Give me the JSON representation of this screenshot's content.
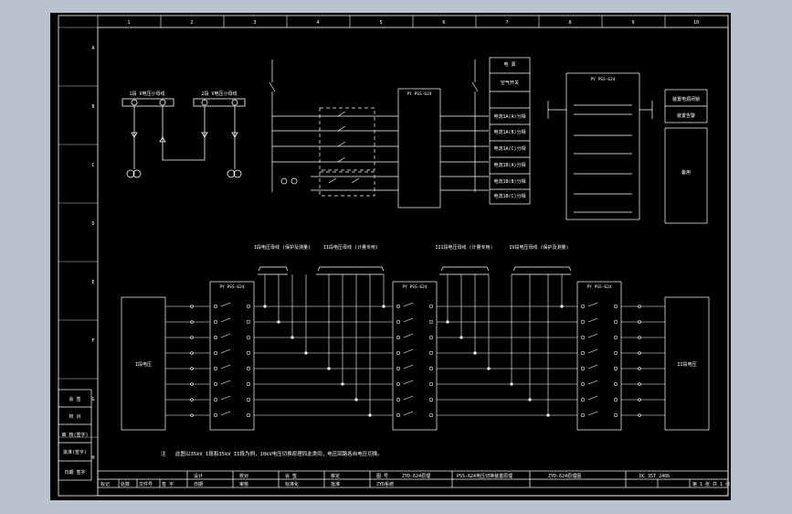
{
  "colors": {
    "background": "#b9c3cf",
    "sheet": "#000000",
    "line": "#ffffff"
  },
  "ruler_cols": [
    "1",
    "2",
    "3",
    "4",
    "5",
    "6",
    "7",
    "8",
    "9",
    "10"
  ],
  "ruler_rows": [
    "A",
    "B",
    "C",
    "D",
    "E",
    "F",
    "G",
    "H"
  ],
  "top": {
    "pt_labels": [
      "1段 V电压小母线",
      "2段 V电压小母线"
    ],
    "right_list": [
      "电 源",
      "空气开关",
      "电流1A(A)分相",
      "电流1A(B)分相",
      "电流1A(C)分相",
      "电流1B(A)分相",
      "电流1B(B)分相",
      "电流1B(C)分相"
    ],
    "device_top_center": "PY\nPSS-624",
    "device_top_right": "PY\nPSS-624",
    "right_boxes": [
      "装置电源闭锁",
      "装置告警",
      "备用"
    ]
  },
  "bottom": {
    "group_labels": [
      "I段电压母线\n(保护及测量)",
      "II段电压母线\n(计量专用)",
      "III段电压母线\n(计量专用)",
      "IV段电压母线\n(保护及测量)"
    ],
    "left_box": "I段电压",
    "right_box": "II段电压",
    "devices": [
      "PY\nPSS-624",
      "PY\nPSS-624",
      "PY\nPSS-624"
    ],
    "note_label": "注",
    "note": "此图以35kV I段和35kV II段为例，10kV电压切换原理同此类同，电压回路各自电压切换。"
  },
  "side_block": [
    "会 签",
    "校 对",
    "审 核(签字)",
    "批准(签字)",
    "日期  签字"
  ],
  "title_block": {
    "row1": [
      "设计",
      "校对",
      "会 签",
      "审定",
      "图 号",
      "ZYD-624原理",
      "PSS-624电压切换装置原理"
    ],
    "row2": [
      "标记",
      "处数",
      "文件号",
      "签 字",
      "日期",
      "审核",
      "标准化",
      "批准"
    ],
    "drawing_name": "ZYD-624原理图",
    "project": "ZYD系统",
    "code": "DC 35T 2406",
    "sheet": "第 1 张 共 1 张"
  }
}
